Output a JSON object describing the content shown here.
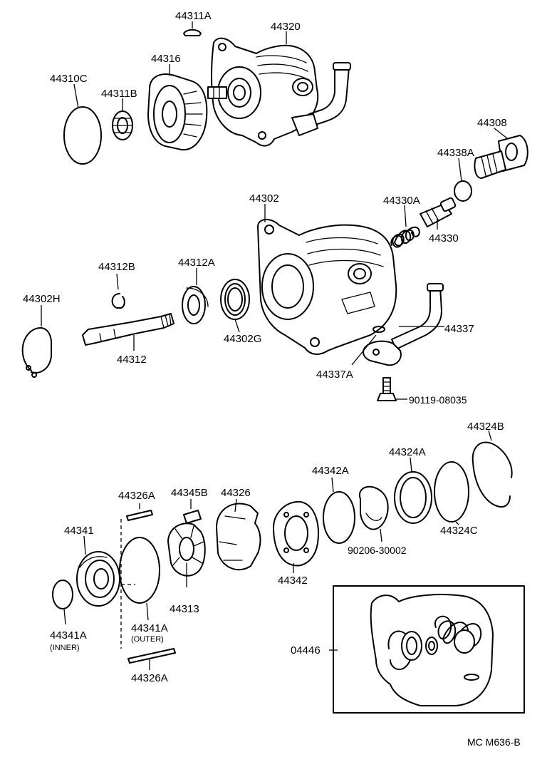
{
  "labels": {
    "p44311A": "44311A",
    "p44320": "44320",
    "p44316": "44316",
    "p44310C": "44310C",
    "p44311B": "44311B",
    "p44308": "44308",
    "p44338A": "44338A",
    "p44302": "44302",
    "p44330A": "44330A",
    "p44330": "44330",
    "p44312B": "44312B",
    "p44312A": "44312A",
    "p44302H": "44302H",
    "p44302G": "44302G",
    "p44312": "44312",
    "p44337": "44337",
    "p44337A": "44337A",
    "p90119": "90119-08035",
    "p44324B": "44324B",
    "p44324A": "44324A",
    "p44342A": "44342A",
    "p44326A_top": "44326A",
    "p44345B": "44345B",
    "p44326": "44326",
    "p44341": "44341",
    "p44324C": "44324C",
    "p90206": "90206-30002",
    "p44342": "44342",
    "p44313": "44313",
    "p44341A_inner": "44341A",
    "inner_note": "(INNER)",
    "p44341A_outer": "44341A",
    "outer_note": "(OUTER)",
    "p44326A_bottom": "44326A",
    "p04446": "04446"
  },
  "footer": {
    "code": "MC  M636-B"
  }
}
